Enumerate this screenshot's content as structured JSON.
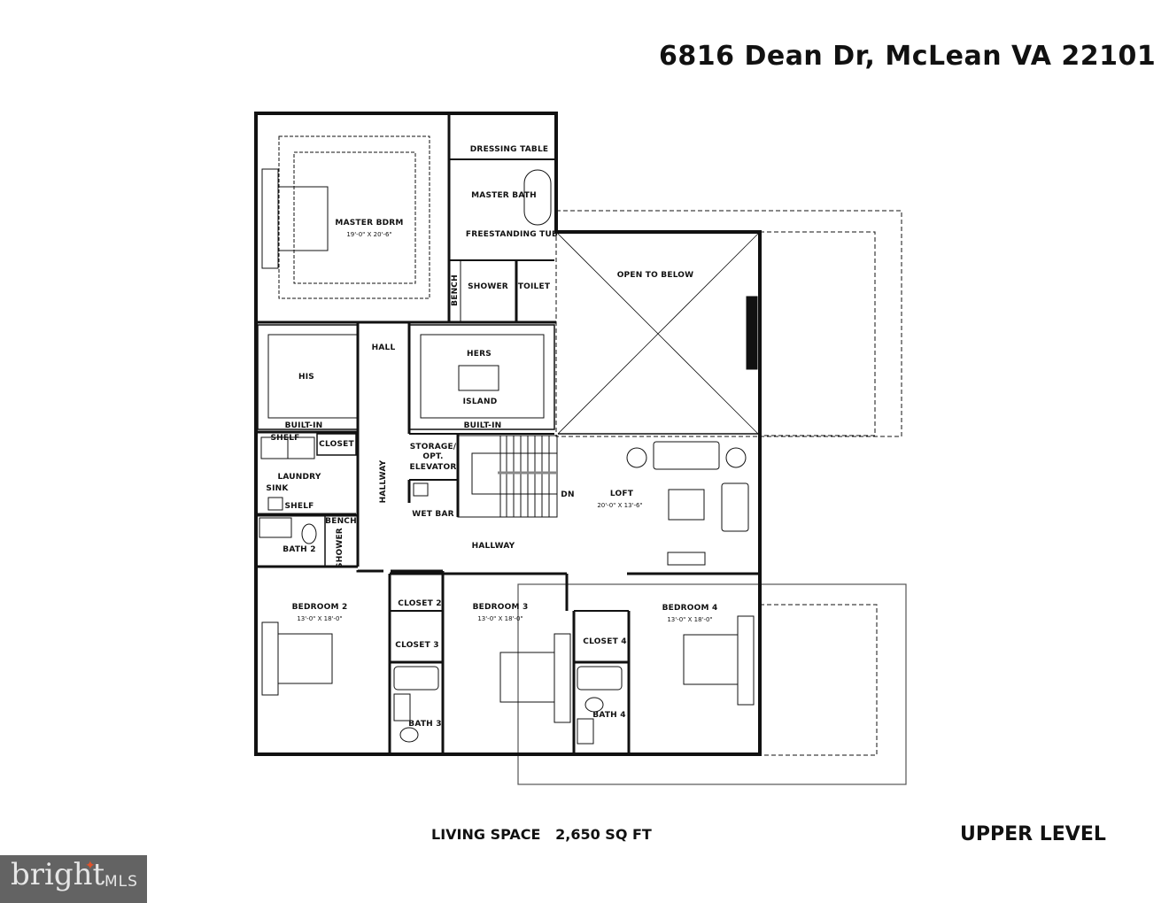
{
  "header": {
    "address": "6816 Dean Dr, McLean VA 22101"
  },
  "rooms": {
    "master_bdrm": {
      "name": "MASTER BDRM",
      "dims": "19'-0\" X 20'-6\""
    },
    "dressing_table": "DRESSING TABLE",
    "master_bath": "MASTER BATH",
    "freestanding_tub": "FREESTANDING TUB",
    "bench_master": "BENCH",
    "shower_master": "SHOWER",
    "toilet": "TOILET",
    "hall": "HALL",
    "his": "HIS",
    "hers": "HERS",
    "island": "ISLAND",
    "built_in_his": "BUILT-IN",
    "built_in_hers": "BUILT-IN",
    "shelf_top": "SHELF",
    "closet": "CLOSET",
    "laundry": "LAUNDRY",
    "sink": "SINK",
    "shelf_bottom": "SHELF",
    "storage": "STORAGE/",
    "storage_opt": "OPT.",
    "elevator": "ELEVATOR",
    "hallway_vertical": "HALLWAY",
    "wet_bar": "WET BAR",
    "dn": "DN",
    "open_to_below": "OPEN TO BELOW",
    "loft": {
      "name": "LOFT",
      "dims": "20'-0\" X 13'-6\""
    },
    "hallway": "HALLWAY",
    "bath2": "BATH 2",
    "bench_bath2": "BENCH",
    "shower_bath2": "SHOWER",
    "bedroom2": {
      "name": "BEDROOM 2",
      "dims": "13'-0\" X 18'-0\""
    },
    "closet2": "CLOSET 2",
    "closet3": "CLOSET 3",
    "bath3": "BATH 3",
    "bedroom3": {
      "name": "BEDROOM 3",
      "dims": "13'-0\" X 18'-0\""
    },
    "closet4": "CLOSET 4",
    "bath4": "BATH 4",
    "bedroom4": {
      "name": "BEDROOM 4",
      "dims": "13'-0\" X 18'-0\""
    }
  },
  "footer": {
    "living_space": "LIVING SPACE   2,650 SQ FT",
    "level": "UPPER LEVEL"
  },
  "logo": {
    "brand": "bright",
    "suffix": "MLS",
    "accent_color": "#e0522a",
    "bg_color": "#636363"
  }
}
